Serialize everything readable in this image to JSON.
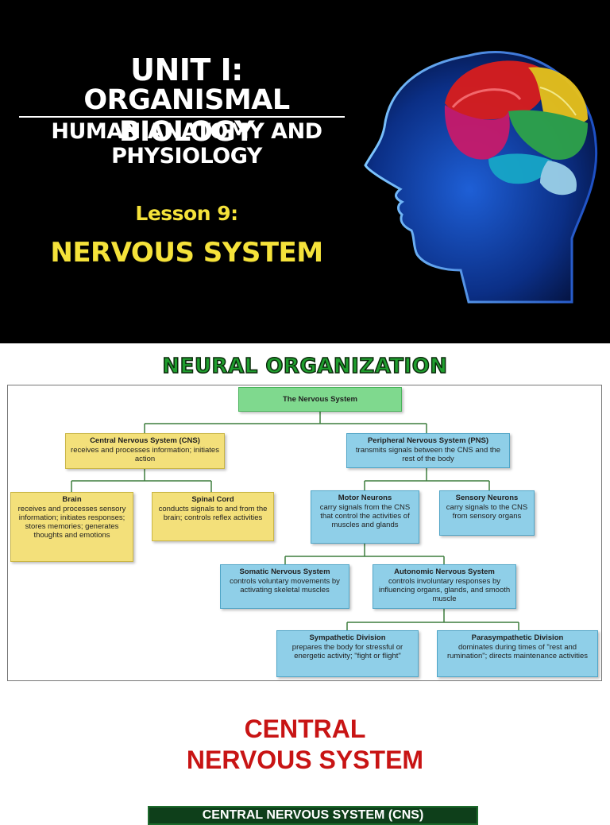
{
  "slide1": {
    "unit": "UNIT I:",
    "organismal": "ORGANISMAL BIOLOGY",
    "hap_line1": "HUMAN ANATOMY AND",
    "hap_line2": "PHYSIOLOGY",
    "lesson": "Lesson 9:",
    "topic": "NERVOUS SYSTEM",
    "image": "brain-head-illustration"
  },
  "slide2": {
    "title": "NEURAL ORGANIZATION",
    "nodes": {
      "ns": {
        "title": "The Nervous System",
        "desc": ""
      },
      "cns": {
        "title": "Central Nervous System (CNS)",
        "desc": "receives and processes information; initiates action"
      },
      "pns": {
        "title": "Peripheral Nervous System (PNS)",
        "desc": "transmits signals between the CNS and the rest of the body"
      },
      "brain": {
        "title": "Brain",
        "desc": "receives and processes sensory information; initiates responses; stores memories; generates thoughts and emotions"
      },
      "spinal": {
        "title": "Spinal Cord",
        "desc": "conducts signals to and from the brain; controls reflex activities"
      },
      "motor": {
        "title": "Motor Neurons",
        "desc": "carry signals from the CNS that control the activities of muscles and glands"
      },
      "sensory": {
        "title": "Sensory Neurons",
        "desc": "carry signals to the CNS from sensory organs"
      },
      "somatic": {
        "title": "Somatic Nervous System",
        "desc": "controls voluntary movements by activating skeletal muscles"
      },
      "autonomic": {
        "title": "Autonomic Nervous System",
        "desc": "controls involuntary responses by influencing organs, glands, and smooth muscle"
      },
      "sympathetic": {
        "title": "Sympathetic Division",
        "desc": "prepares the body for stressful or energetic activity; \"fight or flight\""
      },
      "parasympathetic": {
        "title": "Parasympathetic Division",
        "desc": "dominates during times of \"rest and rumination\"; directs maintenance activities"
      }
    },
    "colors": {
      "green": "#7fd98e",
      "yellow": "#f3e07a",
      "blue": "#8fcfe8",
      "title_green": "#1f9e2e"
    }
  },
  "slide3": {
    "title_line1": "CENTRAL",
    "title_line2": "NERVOUS SYSTEM",
    "bar_text": "CENTRAL NERVOUS SYSTEM (CNS)"
  }
}
